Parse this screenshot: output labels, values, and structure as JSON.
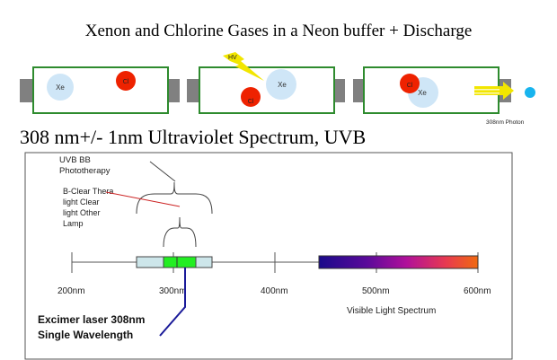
{
  "title": "Xenon and Chlorine Gases in a Neon buffer + Discharge",
  "tubes": [
    {
      "xe": "Xe",
      "cl": "Cl"
    },
    {
      "xe": "Xe",
      "cl": "Cl",
      "hv": "HV"
    },
    {
      "xe": "Xe",
      "cl": "Cl",
      "photon_label": "308nm Photon"
    }
  ],
  "subtitle": "308 nm+/- 1nm  Ultraviolet Spectrum, UVB",
  "spectrum": {
    "uvb_label_line1": "UVB BB",
    "uvb_label_line2": "Phototherapy",
    "lamp_label_line1": "B-Clear Thera",
    "lamp_label_line2": "light Clear",
    "lamp_label_line3": "light Other",
    "lamp_label_line4": "Lamp",
    "ticks": [
      "200nm",
      "300nm",
      "400nm",
      "500nm",
      "600nm"
    ],
    "visible_label": "Visible Light Spectrum",
    "laser_label_line1": "Excimer laser 308nm",
    "laser_label_line2": "Single Wavelength"
  },
  "colors": {
    "tube_border": "#2e8b2e",
    "electrode": "#808080",
    "xenon": "#cfe6f7",
    "chlorine": "#ee2200",
    "bolt": "#f2e600",
    "photon": "#18b4ee",
    "uvb_band": "#cde6ea",
    "laser_band": "#22ee22",
    "laser_line": "#1a1a99"
  }
}
